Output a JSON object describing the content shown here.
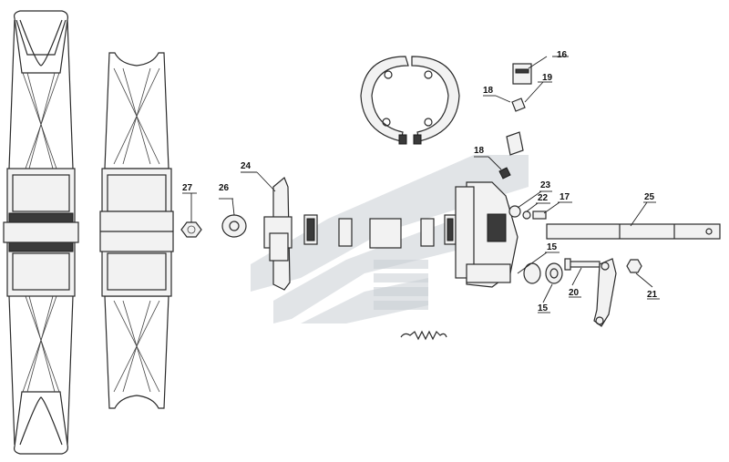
{
  "callouts": [
    {
      "id": "c16",
      "label": "16"
    },
    {
      "id": "c18a",
      "label": "18"
    },
    {
      "id": "c19",
      "label": "19"
    },
    {
      "id": "c18b",
      "label": "18"
    },
    {
      "id": "c24",
      "label": "24"
    },
    {
      "id": "c27",
      "label": "27"
    },
    {
      "id": "c26",
      "label": "26"
    },
    {
      "id": "c23",
      "label": "23"
    },
    {
      "id": "c22",
      "label": "22"
    },
    {
      "id": "c17",
      "label": "17"
    },
    {
      "id": "c25",
      "label": "25"
    },
    {
      "id": "c15a",
      "label": "15"
    },
    {
      "id": "c15b",
      "label": "15"
    },
    {
      "id": "c20",
      "label": "20"
    },
    {
      "id": "c21",
      "label": "21"
    }
  ],
  "colors": {
    "line": "#2a2a2a",
    "watermark": "#c9ced3",
    "background": "#ffffff"
  }
}
